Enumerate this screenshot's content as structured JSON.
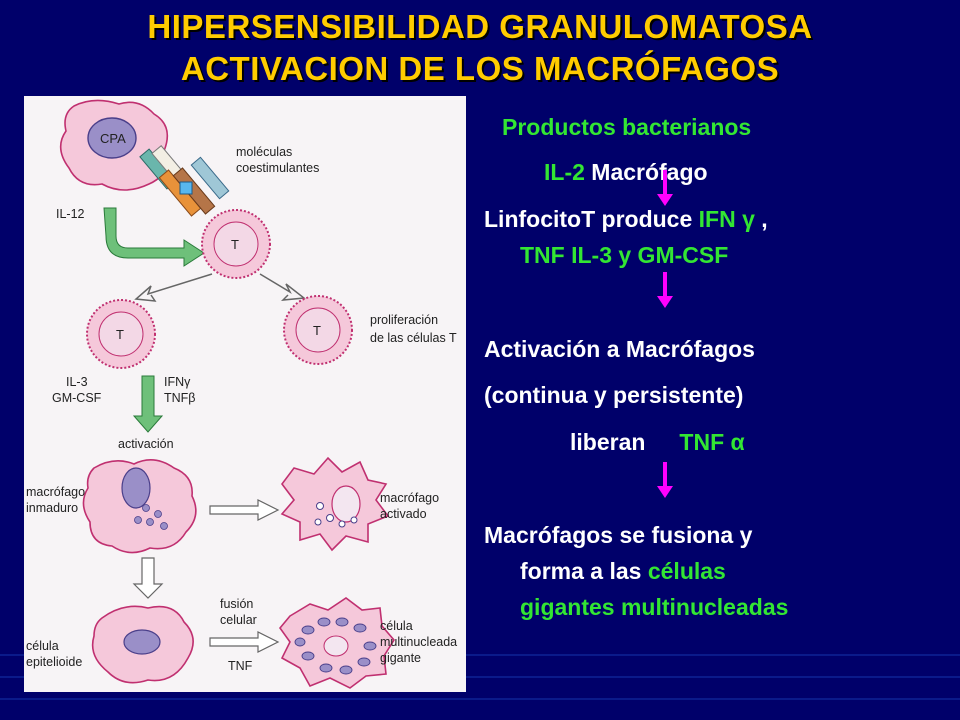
{
  "title": {
    "line1": "HIPERSENSIBILIDAD GRANULOMATOSA",
    "line2": "ACTIVACION DE LOS MACRÓFAGOS"
  },
  "figure": {
    "cell_cpa": "CPA",
    "cell_t": "T",
    "label_costim_1": "moléculas",
    "label_costim_2": "coestimulantes",
    "label_il12": "IL-12",
    "label_prolif_1": "proliferación",
    "label_prolif_2": "de las células T",
    "label_il3": "IL-3",
    "label_gmcsf": "GM-CSF",
    "label_ifng": "IFNγ",
    "label_tnfb": "TNFβ",
    "label_activacion": "activación",
    "label_mac_inm_1": "macrófago",
    "label_mac_inm_2": "inmaduro",
    "label_mac_act_1": "macrófago",
    "label_mac_act_2": "activado",
    "label_fusion_1": "fusión",
    "label_fusion_2": "celular",
    "label_tnf": "TNF",
    "label_epit_1": "célula",
    "label_epit_2": "epitelioide",
    "label_multi_1": "célula",
    "label_multi_2": "multinucleada",
    "label_multi_3": "gigante"
  },
  "text": {
    "productos": "Productos bacterianos",
    "il2": "IL-2",
    "macrofago": " Macrófago",
    "linfocito_a": "LinfocitoT produce ",
    "ifn": "IFN γ",
    "comma": " ,",
    "tnf_il3": "TNF IL-3 y GM-CSF",
    "activacion": "Activación a Macrófagos",
    "continua": "(continua y persistente)",
    "liberan": "liberan",
    "tnf_alpha": "TNF α",
    "fusiona": "Macrófagos se fusiona y",
    "forma_a": "forma a las ",
    "celulas": "células",
    "gigantes": "gigantes multinucleadas"
  },
  "colors": {
    "background": "#00006a",
    "title": "#ffcc00",
    "green_text": "#33e633",
    "arrow": "#ff00ff",
    "cell_fill": "#f5c8da",
    "cell_outline": "#c03070"
  }
}
